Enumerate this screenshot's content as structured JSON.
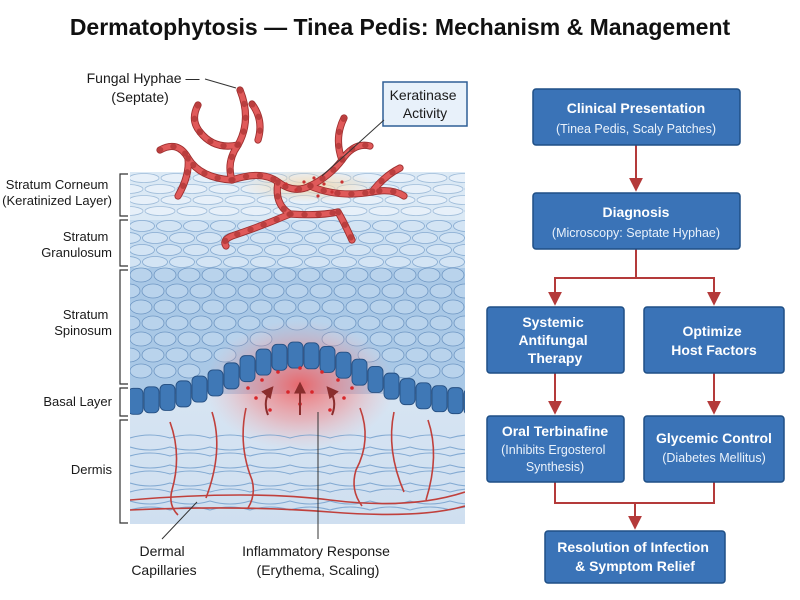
{
  "title": "Dermatophytosis — Tinea Pedis: Mechanism & Management",
  "illustration": {
    "callouts": {
      "hyphae": [
        "Fungal Hyphae —",
        "(Septate)"
      ],
      "keratinase": [
        "Keratinase",
        "Activity"
      ],
      "capillaries": [
        "Dermal",
        "Capillaries"
      ],
      "inflammation": [
        "Inflammatory Response",
        "(Erythema, Scaling)"
      ]
    },
    "layers": [
      {
        "id": "corneum",
        "lines": [
          "Stratum Corneum",
          "(Keratinized Layer)"
        ]
      },
      {
        "id": "granulosum",
        "lines": [
          "Stratum",
          "Granulosum"
        ]
      },
      {
        "id": "spinosum",
        "lines": [
          "Stratum",
          "Spinosum"
        ]
      },
      {
        "id": "basal",
        "lines": [
          "Basal Layer"
        ]
      },
      {
        "id": "dermis",
        "lines": [
          "Dermis"
        ]
      }
    ],
    "colors": {
      "hyphae": "#e05a5a",
      "corneum": "#dbe9f5",
      "granulosum": "#c6dcf0",
      "spinosum": "#a9c8e6",
      "basal": "#3f78b6",
      "dermis": "#dde9f5",
      "inflammation": "#f25757",
      "vessel": "#c0403c"
    }
  },
  "flowchart": {
    "colors": {
      "box": "#3a73b7",
      "border": "#1f4f86",
      "arrow": "#b43a3a"
    },
    "nodes": [
      {
        "id": "clinical",
        "title": [
          "Clinical Presentation"
        ],
        "subtitle": [
          "(Tinea Pedis, Scaly Patches)"
        ]
      },
      {
        "id": "diagnosis",
        "title": [
          "Diagnosis"
        ],
        "subtitle": [
          "(Microscopy: Septate Hyphae)"
        ]
      },
      {
        "id": "systemic",
        "title": [
          "Systemic",
          "Antifungal",
          "Therapy"
        ],
        "subtitle": []
      },
      {
        "id": "host",
        "title": [
          "Optimize",
          "Host Factors"
        ],
        "subtitle": []
      },
      {
        "id": "terbinafine",
        "title": [
          "Oral Terbinafine"
        ],
        "subtitle": [
          "(Inhibits Ergosterol",
          "Synthesis)"
        ]
      },
      {
        "id": "glycemic",
        "title": [
          "Glycemic Control"
        ],
        "subtitle": [
          "(Diabetes Mellitus)"
        ]
      },
      {
        "id": "resolution",
        "title": [
          "Resolution of Infection",
          "& Symptom Relief"
        ],
        "subtitle": []
      }
    ]
  }
}
